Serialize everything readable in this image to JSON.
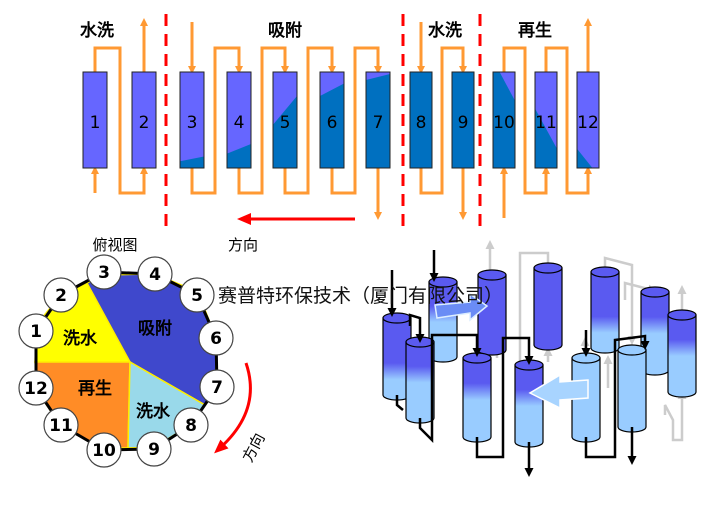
{
  "top_flow": {
    "stage_labels": [
      "水洗",
      "吸附",
      "水洗",
      "再生"
    ],
    "columns": [
      "1",
      "2",
      "3",
      "4",
      "5",
      "6",
      "7",
      "8",
      "9",
      "10",
      "11",
      "12"
    ],
    "colors": {
      "column_light": "#6666ff",
      "column_dark": "#0070c0",
      "pipe": "#ff9933",
      "divider": "#ff0000"
    }
  },
  "top_view": {
    "caption": "俯视图",
    "direction_label": "方向",
    "nodes": [
      "1",
      "2",
      "3",
      "4",
      "5",
      "6",
      "7",
      "8",
      "9",
      "10",
      "11",
      "12"
    ],
    "sectors": [
      {
        "label": "洗水",
        "color": "#ffff00"
      },
      {
        "label": "吸附",
        "color": "#3f48cc"
      },
      {
        "label": "再生",
        "color": "#ff8c26"
      },
      {
        "label": "洗水",
        "color": "#99d9ea"
      }
    ],
    "rotation_label": "方向"
  },
  "watermark": "赛普特环保技术（厦门有限公司）"
}
